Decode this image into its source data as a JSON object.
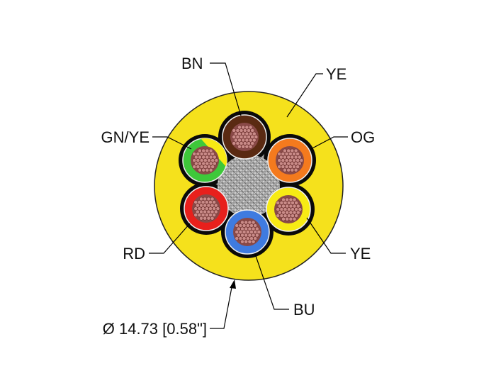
{
  "cable": {
    "jacket_label": "YE",
    "jacket_color": "#f5e11c",
    "diameter_label": "Ø 14.73 [0.58\"]",
    "cores": [
      {
        "label": "BN",
        "color": "#5a2a12"
      },
      {
        "label": "OG",
        "color": "#f47a1e"
      },
      {
        "label": "YE",
        "color": "#f7ea14"
      },
      {
        "label": "BU",
        "color": "#3f7be0"
      },
      {
        "label": "RD",
        "color": "#e8201c"
      },
      {
        "label": "GN/YE",
        "color": "#3ec83a",
        "stripe_color": "#f7ea14"
      }
    ],
    "copper_color": "#c98b88",
    "sheath_color": "#0a0a0a"
  }
}
